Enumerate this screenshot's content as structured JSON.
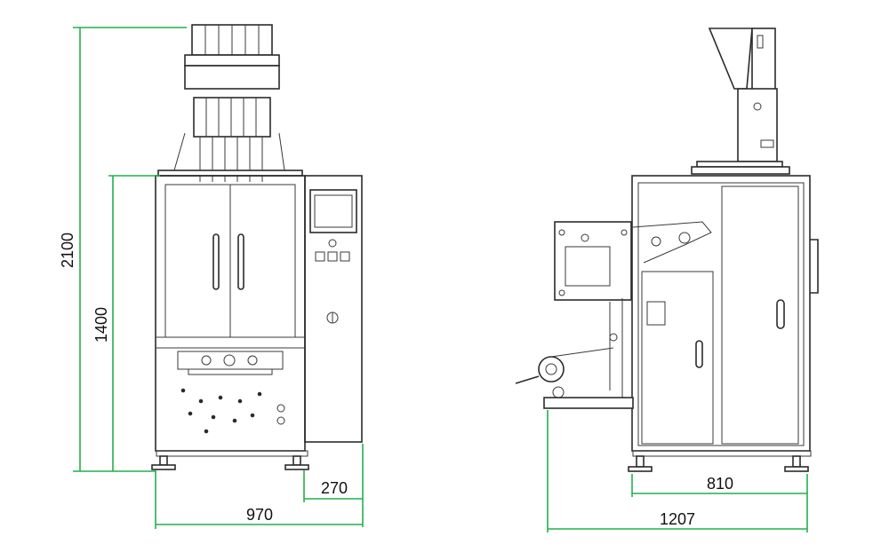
{
  "dimensions": {
    "front_total_height": "2100",
    "front_body_height": "1400",
    "front_width": "970",
    "front_panel_depth": "270",
    "side_base_width": "810",
    "side_total_width": "1207"
  },
  "colors": {
    "dimension_line": "#22b14c",
    "outline": "#2b2b2b",
    "background": "#ffffff"
  }
}
